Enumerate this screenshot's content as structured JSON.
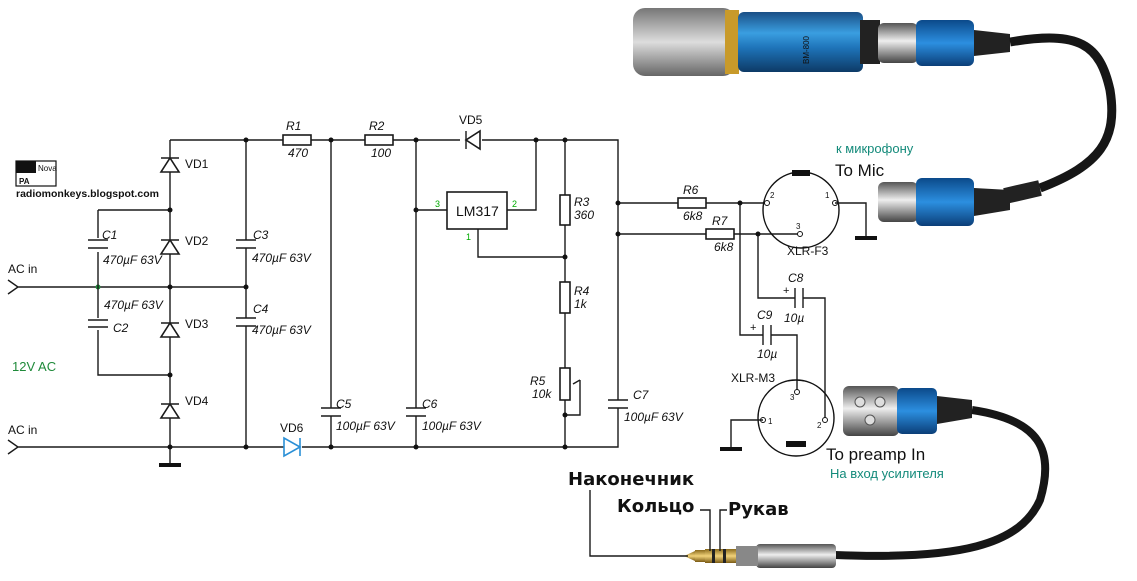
{
  "logo": {
    "text_top": "Nova",
    "text_bottom": "PA",
    "site": "radiomonkeys.blogspot.com"
  },
  "inputs": {
    "ac_in_1": "AC in",
    "ac_in_2": "AC in",
    "voltage": "12V AC"
  },
  "diodes": {
    "vd1": "VD1",
    "vd2": "VD2",
    "vd3": "VD3",
    "vd4": "VD4",
    "vd5": "VD5",
    "vd6": "VD6"
  },
  "capacitors": {
    "c1": {
      "name": "C1",
      "value": "470µF 63V"
    },
    "c2": {
      "name": "C2",
      "value": "470µF 63V"
    },
    "c3": {
      "name": "C3",
      "value": "470µF 63V"
    },
    "c4": {
      "name": "C4",
      "value": "470µF 63V"
    },
    "c5": {
      "name": "C5",
      "value": "100µF 63V"
    },
    "c6": {
      "name": "C6",
      "value": "100µF 63V"
    },
    "c7": {
      "name": "C7",
      "value": "100µF 63V"
    },
    "c8": {
      "name": "C8",
      "value": "10µ"
    },
    "c9": {
      "name": "C9",
      "value": "10µ"
    }
  },
  "resistors": {
    "r1": {
      "name": "R1",
      "value": "470"
    },
    "r2": {
      "name": "R2",
      "value": "100"
    },
    "r3": {
      "name": "R3",
      "value": "360"
    },
    "r4": {
      "name": "R4",
      "value": "1k"
    },
    "r5": {
      "name": "R5",
      "value": "10k"
    },
    "r6": {
      "name": "R6",
      "value": "6k8"
    },
    "r7": {
      "name": "R7",
      "value": "6k8"
    }
  },
  "regulator": {
    "name": "LM317",
    "pin1": "1",
    "pin2": "2",
    "pin3": "3"
  },
  "connectors": {
    "xlr_f3": "XLR-F3",
    "xlr_m3": "XLR-M3",
    "pin1": "1",
    "pin2": "2",
    "pin3": "3"
  },
  "mic": {
    "ru": "к микрофону",
    "en": "To Mic",
    "model": "BM-800"
  },
  "preamp": {
    "en": "To preamp In",
    "ru": "На вход усилителя"
  },
  "jack": {
    "tip": "Наконечник",
    "ring": "Кольцо",
    "sleeve": "Рукав"
  }
}
